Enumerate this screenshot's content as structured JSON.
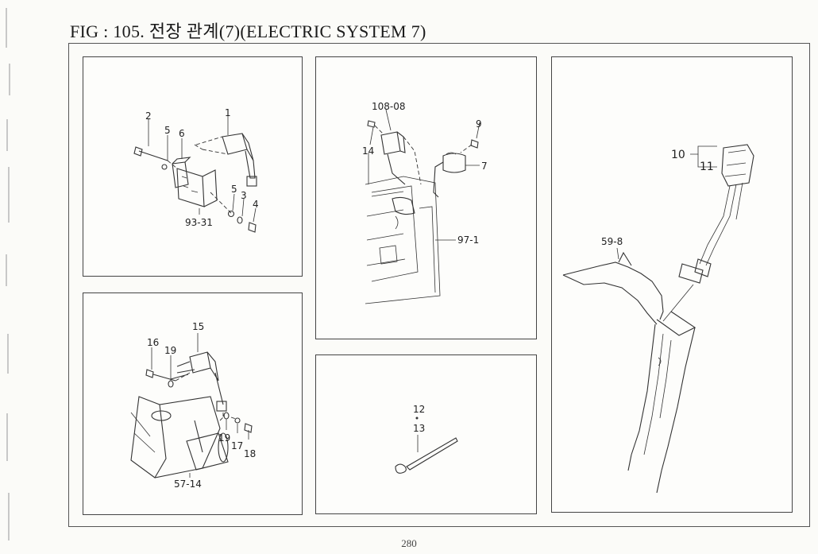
{
  "title": "FIG : 105. 전장 관계(7)(ELECTRIC SYSTEM 7)",
  "page_number": "280",
  "panels": {
    "p1": {
      "labels": {
        "l1": "1",
        "l2": "2",
        "l5a": "5",
        "l6": "6",
        "l5b": "5",
        "l3": "3",
        "l4": "4",
        "l9331": "93-31"
      }
    },
    "p2": {
      "labels": {
        "l10808": "108-08",
        "l9": "9",
        "l14": "14",
        "l7": "7",
        "l971": "97-1"
      }
    },
    "p3": {
      "labels": {
        "l10": "10",
        "l11": "11",
        "l598": "59-8"
      }
    },
    "p4": {
      "labels": {
        "l15": "15",
        "l16": "16",
        "l19a": "19",
        "l19b": "19",
        "l17": "17",
        "l18": "18",
        "l5714": "57-14"
      }
    },
    "p5": {
      "labels": {
        "l12": "12",
        "l13": "13"
      }
    }
  }
}
